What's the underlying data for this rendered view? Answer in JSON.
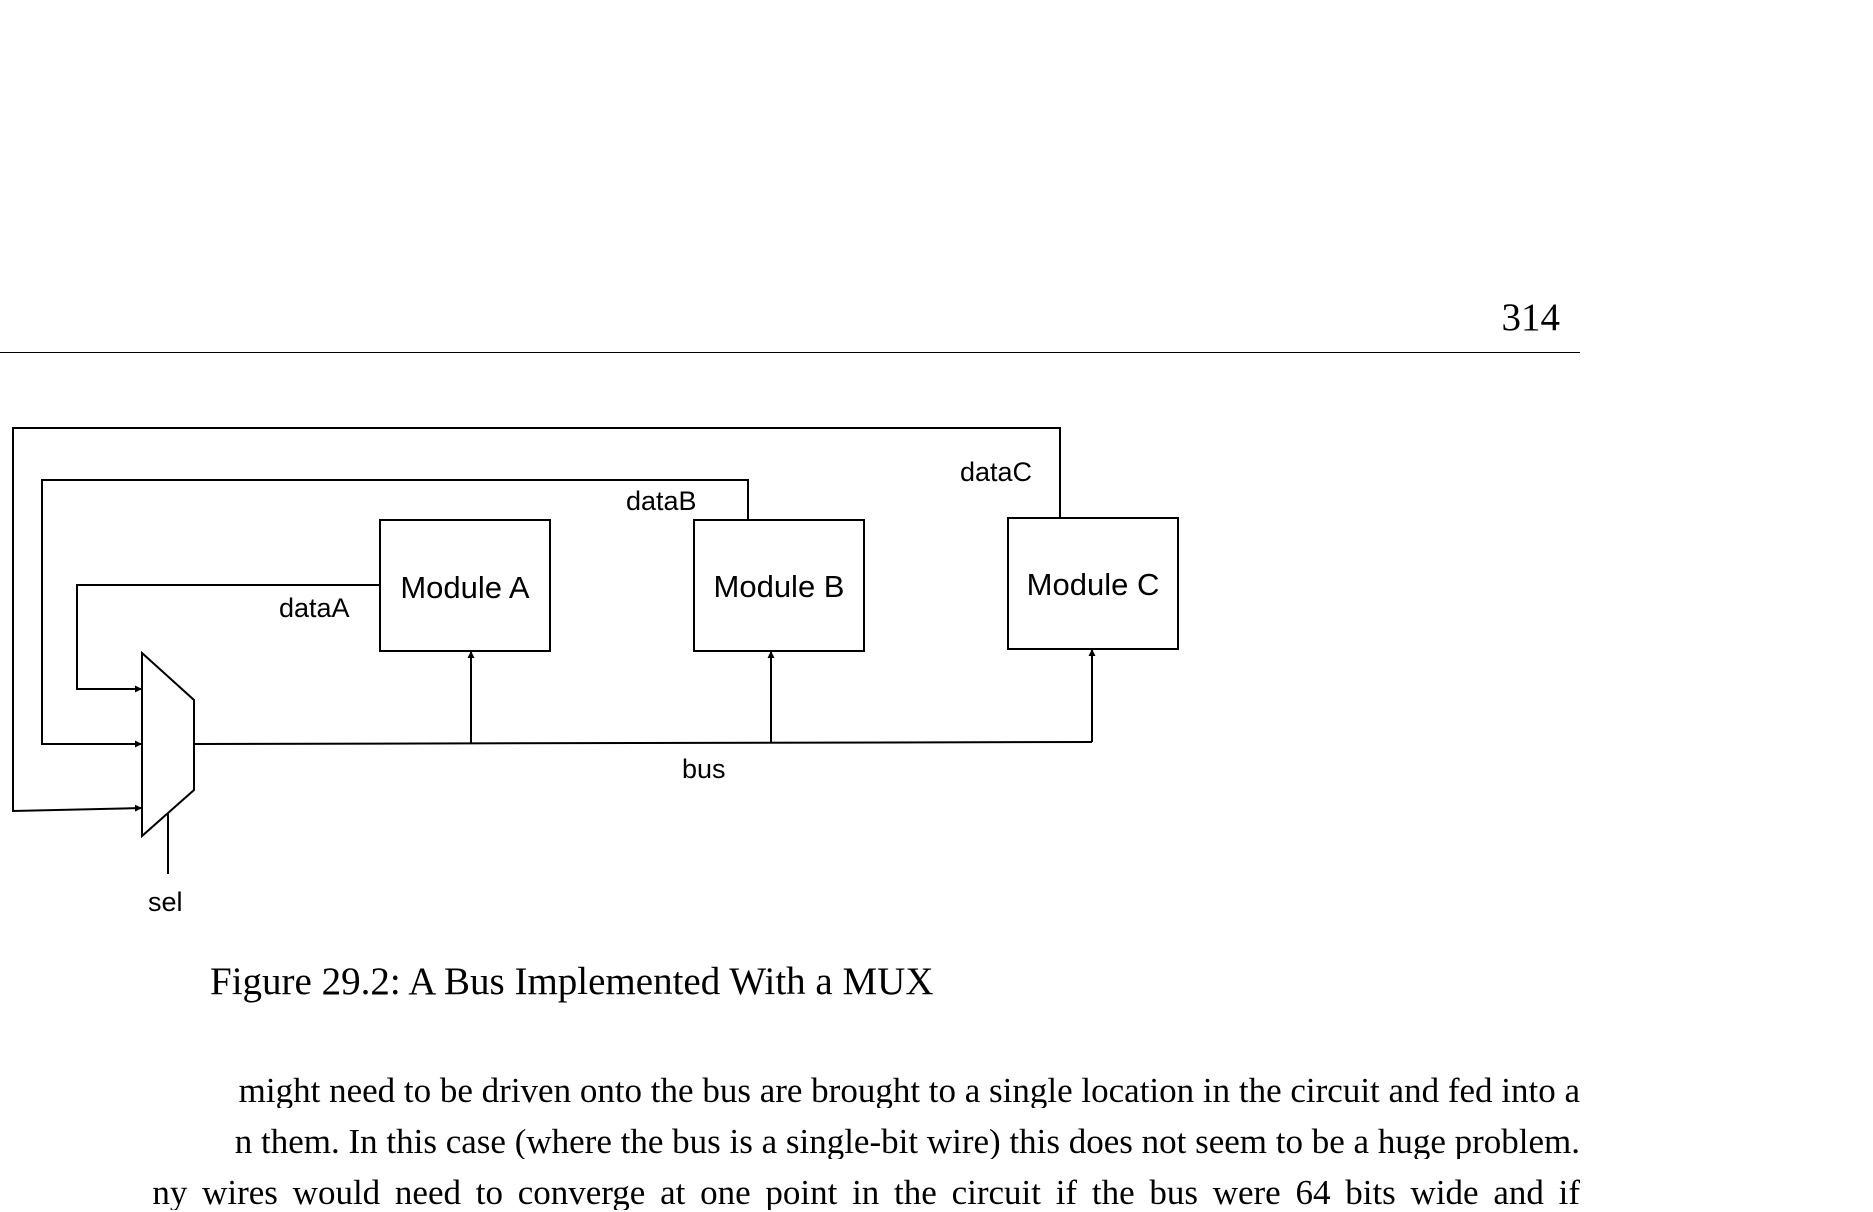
{
  "header": {
    "page_number": "314"
  },
  "figure": {
    "modules": [
      "Module A",
      "Module B",
      "Module C"
    ],
    "signals": {
      "dataA": "dataA",
      "dataB": "dataB",
      "dataC": "dataC",
      "bus": "bus",
      "sel": "sel"
    },
    "caption": "Figure 29.2: A Bus Implemented With a MUX"
  },
  "body": {
    "lines": [
      "might need to be driven onto the bus are brought to a single location in the circuit and fed into a",
      "n them. In this case (where the bus is a single-bit wire) this does not seem to be a huge problem.",
      "ny wires would need to converge at one point in the circuit if the bus were 64 bits wide and if"
    ]
  }
}
